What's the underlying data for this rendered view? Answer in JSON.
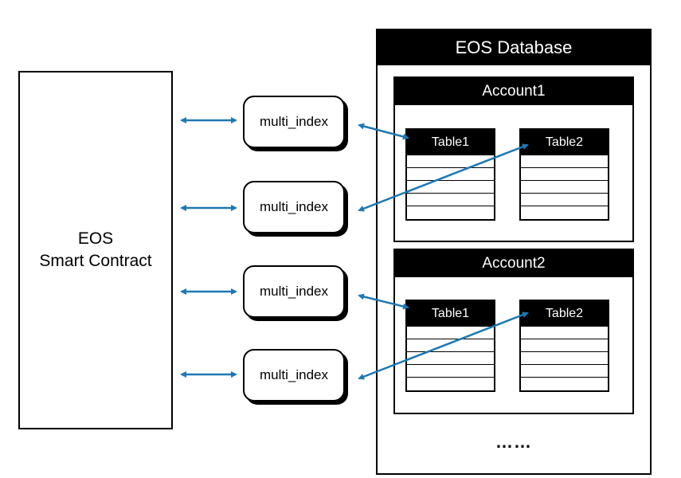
{
  "contract": {
    "line1": "EOS",
    "line2": "Smart Contract"
  },
  "multi_index_label": "multi_index",
  "multi_index_boxes": [
    "multi_index",
    "multi_index",
    "multi_index",
    "multi_index"
  ],
  "database": {
    "title": "EOS Database",
    "accounts": [
      {
        "name": "Account1",
        "tables": [
          "Table1",
          "Table2"
        ]
      },
      {
        "name": "Account2",
        "tables": [
          "Table1",
          "Table2"
        ]
      }
    ],
    "more": "……"
  },
  "colors": {
    "arrow": "#1f78b4",
    "header_bg": "#000000"
  }
}
